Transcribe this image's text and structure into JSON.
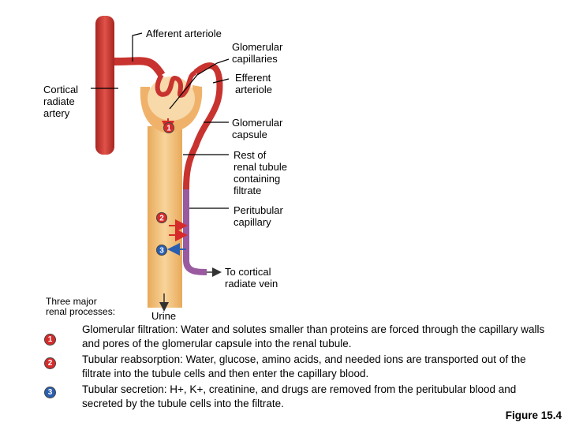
{
  "labels": {
    "afferent_arteriole": "Afferent arteriole",
    "glomerular_capillaries": "Glomerular\ncapillaries",
    "efferent_arteriole": "Efferent\narteriole",
    "cortical_radiate_artery": "Cortical\nradiate\nartery",
    "glomerular_capsule": "Glomerular\ncapsule",
    "rest_of_tubule": "Rest of\nrenal tubule\ncontaining\nfiltrate",
    "peritubular_capillary": "Peritubular\ncapillary",
    "to_cortical_vein": "To cortical\nradiate vein",
    "three_processes": "Three major\nrenal processes:",
    "urine": "Urine"
  },
  "markers": [
    "1",
    "2",
    "3"
  ],
  "processes": [
    {
      "number": "1",
      "color": "#d62b2b",
      "text": "Glomerular filtration: Water and solutes smaller than proteins are forced through the capillary walls and pores of the glomerular capsule into the renal tubule."
    },
    {
      "number": "2",
      "color": "#d62b2b",
      "text": "Tubular reabsorption: Water, glucose, amino acids, and needed ions are transported out of the filtrate into the tubule cells and then enter the capillary blood."
    },
    {
      "number": "3",
      "color": "#2a5fb0",
      "text": "Tubular secretion: H+, K+, creatinine, and drugs are removed from the peritubular blood and secreted by the tubule cells into the filtrate."
    }
  ],
  "figure_label": "Figure 15.4",
  "colors": {
    "artery": "#c8332f",
    "tubule": "#f3c27d",
    "vein": "#9a5aa0",
    "red_marker": "#d62b2b",
    "blue_marker": "#2a5fb0"
  }
}
